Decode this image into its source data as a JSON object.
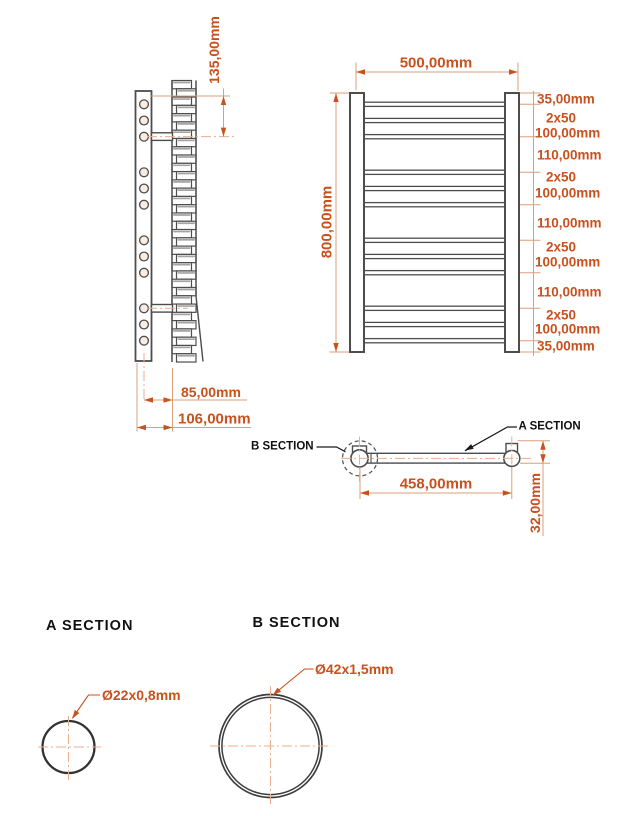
{
  "colors": {
    "dimension_text": "#c8511e",
    "dimension_line": "#dd9d78",
    "centerline": "#eaaf8f",
    "drawing_line": "#4d4d4d"
  },
  "front_view": {
    "width": "500,00mm",
    "height": "800,00mm",
    "spacing_chain": [
      "35,00mm",
      "2x50",
      "100,00mm",
      "110,00mm",
      "2x50",
      "100,00mm",
      "110,00mm",
      "2x50",
      "100,00mm",
      "110,00mm",
      "2x50",
      "100,00mm",
      "35,00mm"
    ]
  },
  "side_view": {
    "top_offset": "135,00mm",
    "depth_to_center": "85,00mm",
    "total_depth": "106,00mm"
  },
  "top_view": {
    "a_callout": "A SECTION",
    "b_callout": "B SECTION",
    "center_distance": "458,00mm",
    "wall_offset": "32,00mm"
  },
  "sections": {
    "a_heading": "A SECTION",
    "b_heading": "B SECTION",
    "a_diameter": "Ø22x0,8mm",
    "b_diameter": "Ø42x1,5mm"
  },
  "drawing": {
    "rung_count": 12,
    "rung_positions_mm": [
      35,
      85,
      135,
      245,
      295,
      345,
      455,
      505,
      555,
      665,
      715,
      765
    ],
    "height_mm": 800,
    "width_mm": 500,
    "bracket_count": 2
  }
}
